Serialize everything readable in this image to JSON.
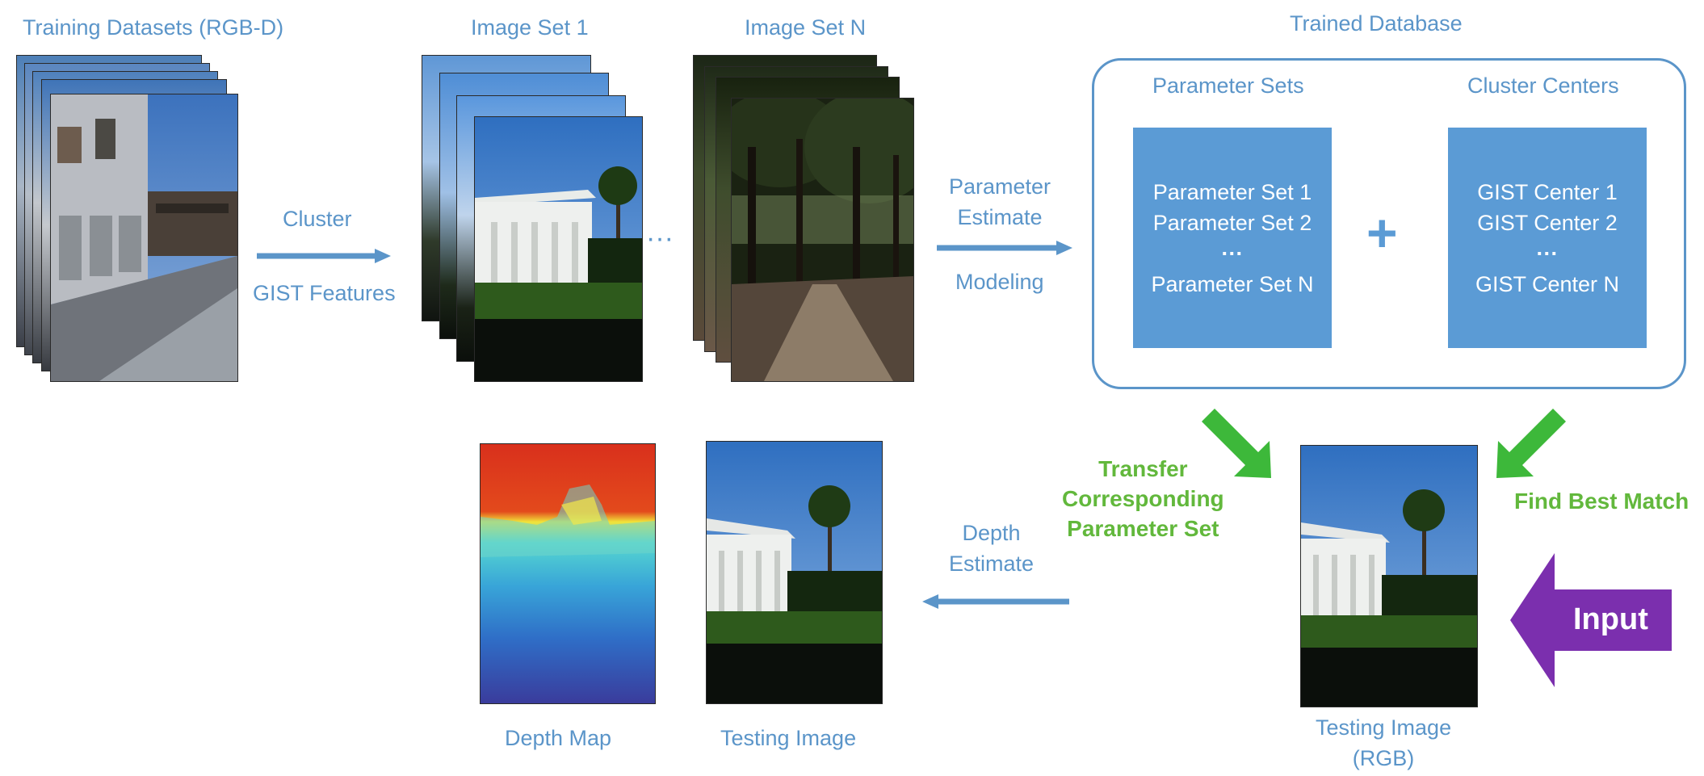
{
  "labels": {
    "training": "Training Datasets (RGB-D)",
    "set1": "Image Set 1",
    "setN": "Image Set N",
    "dots": "···",
    "cluster": "Cluster",
    "gist": "GIST Features",
    "param_estimate": "Parameter\nEstimate",
    "modeling": "Modeling",
    "trained_db": "Trained Database",
    "param_sets": "Parameter Sets",
    "cluster_centers": "Cluster Centers",
    "plus": "+",
    "transfer": "Transfer\nCorresponding\nParameter Set",
    "find_best": "Find Best Match",
    "depth_estimate": "Depth\nEstimate",
    "input": "Input",
    "depth_map": "Depth Map",
    "testing_image": "Testing Image",
    "testing_image_rgb": "Testing Image\n(RGB)"
  },
  "param_box": [
    "Parameter Set 1",
    "Parameter Set 2",
    "···",
    "Parameter Set N"
  ],
  "center_box": [
    "GIST Center 1",
    "GIST Center 2",
    "···",
    "GIST Center N"
  ],
  "colors": {
    "blue_text": "#5b95c9",
    "box_fill": "#5b9bd5",
    "green": "#3db83a",
    "green_text": "#62b83c",
    "purple": "#7b2fae"
  }
}
